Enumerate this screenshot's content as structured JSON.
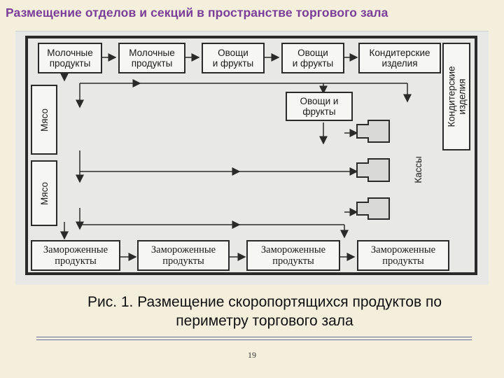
{
  "title": "Размещение отделов и секций в пространстве торгового зала",
  "departments": {
    "top1": "Молочные\nпродукты",
    "top2": "Молочные\nпродукты",
    "top3": "Овощи\nи фрукты",
    "top4": "Овощи\nи фрукты",
    "top5": "Кондитерские\nизделия",
    "right_confectionery": "Кондитерские\nизделия",
    "center_vegetables": "Овощи и\nфрукты",
    "left_meat_1": "Мясо",
    "left_meat_2": "Мясо",
    "bottom1": "Замороженные\nпродукты",
    "bottom2": "Замороженные\nпродукты",
    "bottom3": "Замороженные\nпродукты",
    "bottom4": "Замороженные\nпродукты"
  },
  "checkout_label": "Кассы",
  "caption_line1": "Рис. 1. Размещение скоропортящихся продуктов по",
  "caption_line2": "периметру торгового зала",
  "page_number": "19",
  "colors": {
    "title": "#7a3e98",
    "line": "#2a2a2a"
  }
}
